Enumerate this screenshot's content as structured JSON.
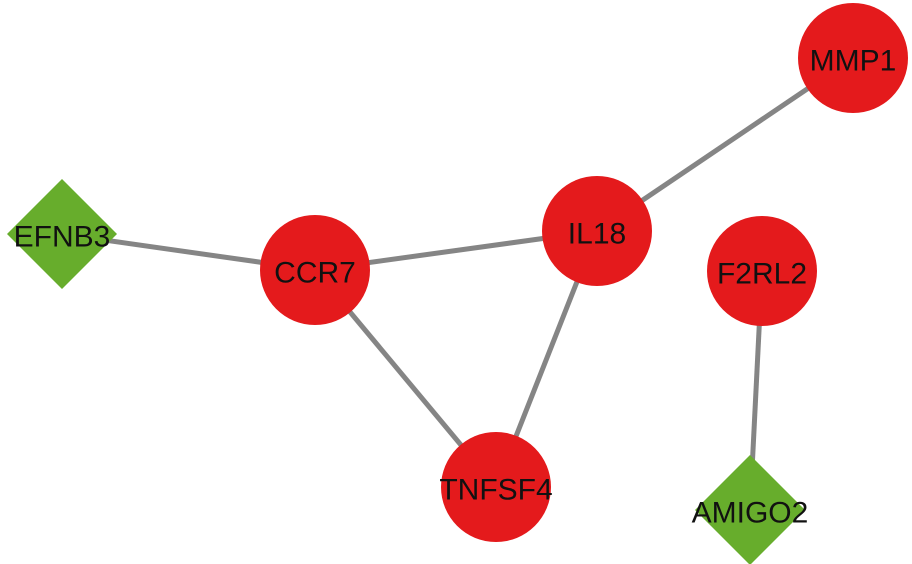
{
  "colors": {
    "gene_up": "#e41a1c",
    "gene_down": "#67ad2c",
    "edge": "#858585"
  },
  "nodes": [
    {
      "id": "MMP1",
      "label": "MMP1",
      "shape": "circle"
    },
    {
      "id": "IL18",
      "label": "IL18",
      "shape": "circle"
    },
    {
      "id": "CCR7",
      "label": "CCR7",
      "shape": "circle"
    },
    {
      "id": "TNFSF4",
      "label": "TNFSF4",
      "shape": "circle"
    },
    {
      "id": "F2RL2",
      "label": "F2RL2",
      "shape": "circle"
    },
    {
      "id": "EFNB3",
      "label": "EFNB3",
      "shape": "diamond"
    },
    {
      "id": "AMIGO2",
      "label": "AMIGO2",
      "shape": "diamond"
    }
  ],
  "edges": [
    [
      "MMP1",
      "IL18"
    ],
    [
      "IL18",
      "CCR7"
    ],
    [
      "IL18",
      "TNFSF4"
    ],
    [
      "CCR7",
      "TNFSF4"
    ],
    [
      "EFNB3",
      "CCR7"
    ],
    [
      "F2RL2",
      "AMIGO2"
    ]
  ]
}
